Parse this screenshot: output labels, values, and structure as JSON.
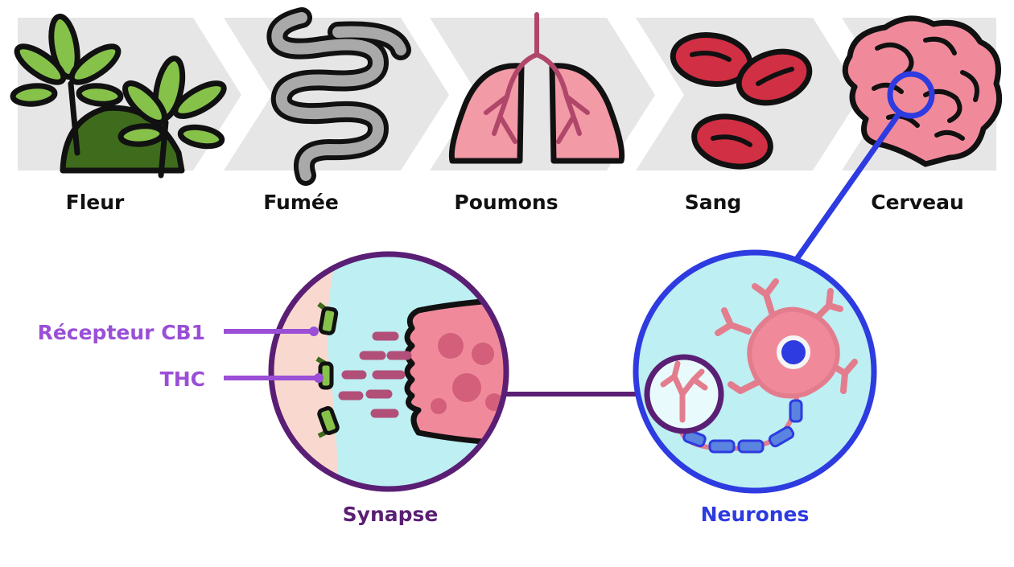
{
  "steps": [
    {
      "label": "Fleur",
      "icon": "cannabis-leaf-icon"
    },
    {
      "label": "Fumée",
      "icon": "smoke-icon"
    },
    {
      "label": "Poumons",
      "icon": "lungs-icon"
    },
    {
      "label": "Sang",
      "icon": "blood-cells-icon"
    },
    {
      "label": "Cerveau",
      "icon": "brain-icon"
    }
  ],
  "synapse": {
    "title": "Synapse",
    "receptor_label": "Récepteur CB1",
    "thc_label": "THC"
  },
  "neurones": {
    "title": "Neurones"
  },
  "colors": {
    "arrow_band": "#e6e6e6",
    "leaf_green": "#86c24a",
    "smoke_gray": "#a9a9a9",
    "lung_pink": "#f29aa6",
    "blood_red": "#d12f44",
    "brain_pink": "#f08a9a",
    "cell_fluid": "#bdeff3",
    "synapse_purple": "#5a1f74",
    "neuron_blue": "#2d3be0",
    "label_violet": "#9a4fd6",
    "thc_dash": "#b24f78",
    "neuron_pink": "#e37d8d"
  }
}
